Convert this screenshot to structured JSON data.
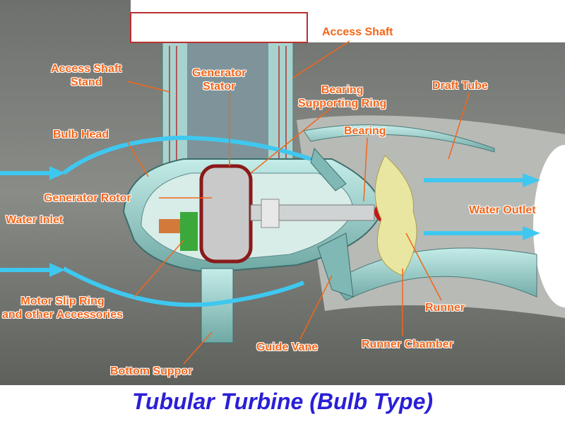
{
  "title": "Tubular Turbine (Bulb Type)",
  "labels": {
    "access_shaft": "Access Shaft",
    "access_shaft_stand": "Access Shaft\nStand",
    "generator_stator": "Generator\nStator",
    "bearing_supporting_ring": "Bearing\nSupporting Ring",
    "draft_tube": "Draft Tube",
    "bulb_head": "Bulb Head",
    "bearing": "Bearing",
    "generator_rotor": "Generator Rotor",
    "water_inlet": "Water Inlet",
    "water_outlet": "Water Outlet",
    "motor_slip_ring": "Motor Slip Ring\nand other Accessories",
    "runner": "Runner",
    "guide_vane": "Guide Vane",
    "runner_chamber": "Runner Chamber",
    "bottom_support": "Bottom Suppor"
  },
  "colors": {
    "label": "#f2661a",
    "title": "#2a1fd6",
    "water_arrow": "#3ec8f0",
    "concrete": "#7a7c78",
    "machine": "#a8d8d4"
  }
}
